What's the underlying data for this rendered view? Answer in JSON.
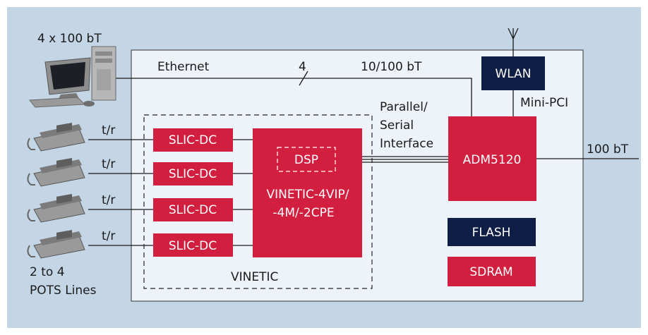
{
  "colors": {
    "background": "#c4d6e6",
    "board": "#eef3f9",
    "red_block": "#d31f3f",
    "navy_block": "#0f1e44",
    "line": "#1a1a1a"
  },
  "labels": {
    "pc_ports": "4 x 100 bT",
    "ethernet": "Ethernet",
    "bus_width": "4",
    "eth_speed": "10/100 bT",
    "wlan": "WLAN",
    "mini_pci": "Mini-PCI",
    "interface_line1": "Parallel/",
    "interface_line2": "Serial",
    "interface_line3": "Interface",
    "adm": "ADM5120",
    "uplink": "100 bT",
    "tr": "t/r",
    "slic": "SLIC-DC",
    "dsp": "DSP",
    "vinetic_chip_line1": "VINETIC-4VIP/",
    "vinetic_chip_line2": "-4M/-2CPE",
    "vinetic_group": "VINETIC",
    "flash": "FLASH",
    "sdram": "SDRAM",
    "pots_line1": "2 to 4",
    "pots_line2": "POTS Lines"
  },
  "icons": {
    "computer": "desktop-computer-icon",
    "phone": "telephone-icon",
    "antenna": "antenna-icon"
  }
}
